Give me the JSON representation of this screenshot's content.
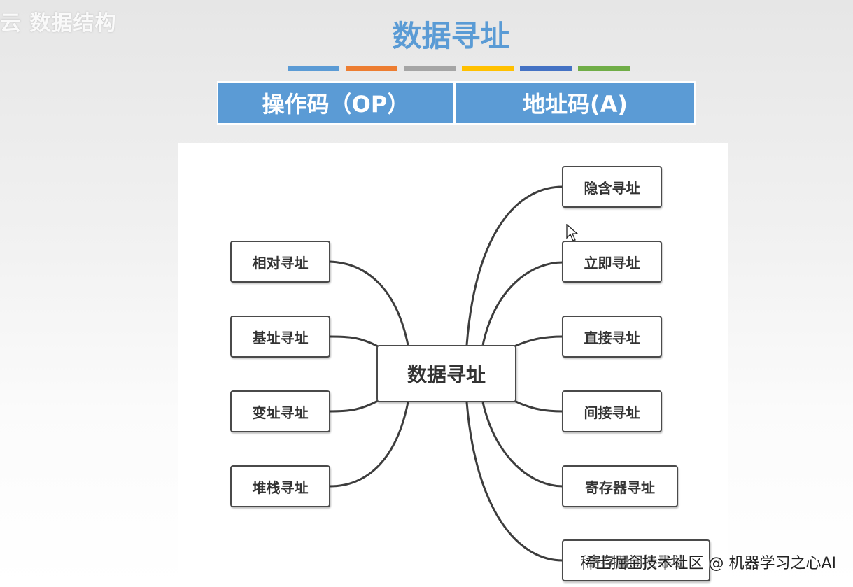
{
  "logo_text": "云 数据结构",
  "title": "数据寻址",
  "color_bars": [
    "#5b9bd5",
    "#ed7d31",
    "#a5a5a5",
    "#ffc000",
    "#4472c4",
    "#70ad47"
  ],
  "instruction": {
    "opcode_label": "操作码（OP）",
    "address_label": "地址码(A)"
  },
  "mindmap": {
    "center": "数据寻址",
    "left": [
      "相对寻址",
      "基址寻址",
      "变址寻址",
      "堆栈寻址"
    ],
    "right": [
      "隐含寻址",
      "立即寻址",
      "直接寻址",
      "间接寻址",
      "寄存器寻址",
      "寄存器间接寻址"
    ]
  },
  "watermark": "稀土掘金技术社区 @ 机器学习之心AI"
}
